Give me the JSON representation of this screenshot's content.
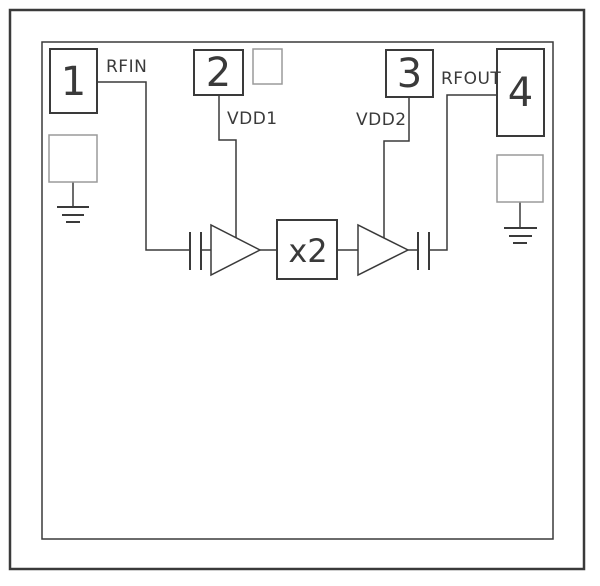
{
  "diagram": {
    "pins": [
      {
        "number": "1",
        "label": "RFIN"
      },
      {
        "number": "2",
        "label": "VDD1"
      },
      {
        "number": "3",
        "label": "VDD2"
      },
      {
        "number": "4",
        "label": "RFOUT"
      }
    ],
    "multiplier_label": "x2",
    "colors": {
      "line": "#3a3a3a",
      "pad_outline": "#9a9a9a",
      "background": "#ffffff"
    }
  }
}
